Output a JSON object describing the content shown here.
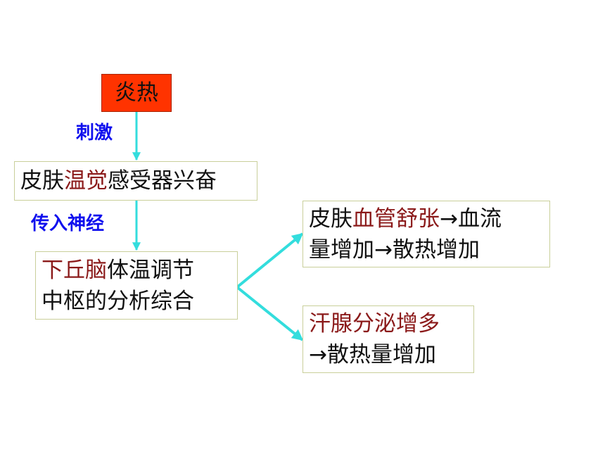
{
  "nodes": {
    "heat": {
      "text": "炎热",
      "bg": "#ff3300"
    },
    "receptor": {
      "pre": "皮肤",
      "hl": "温觉",
      "post": "感受器兴奋"
    },
    "center": {
      "l1_hl": "下丘脑",
      "l1_post": "体温调节",
      "l2": "中枢的分析综合"
    },
    "vessel": {
      "l1_pre": "皮肤",
      "l1_hl": "血管舒张",
      "l1_post": "→血流",
      "l2": "量增加→散热增加"
    },
    "sweat": {
      "l1": "汗腺分泌增多",
      "l2": "→散热量增加"
    }
  },
  "labels": {
    "stimulus": "刺激",
    "afferent": "传入神经"
  },
  "colors": {
    "arrow": "#33dddd",
    "highlight": "#8b1a1a",
    "label": "#1010ee",
    "heat_bg": "#ff3300"
  }
}
